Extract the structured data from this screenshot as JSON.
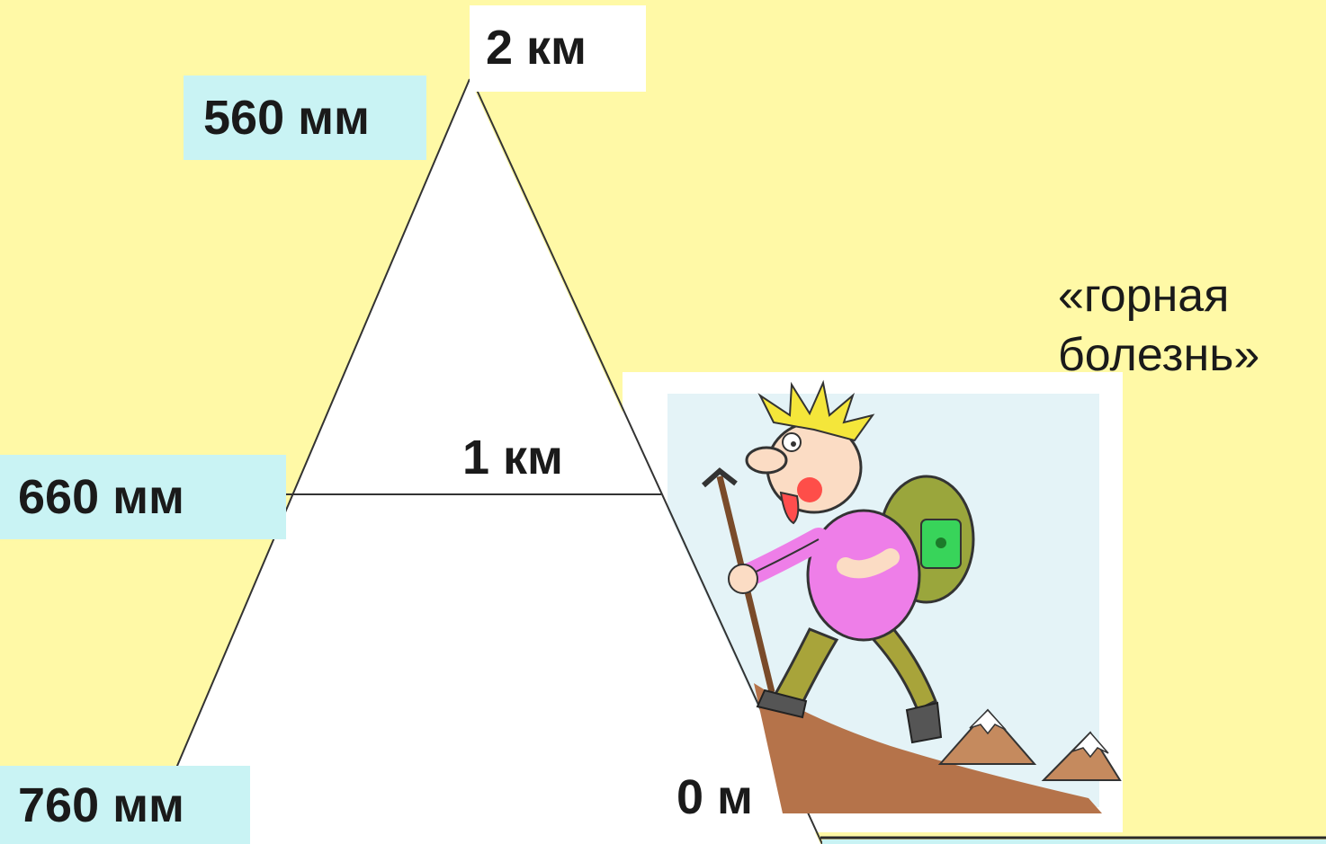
{
  "title": "",
  "altitudes": {
    "top": "2 км",
    "middle": "1 км",
    "base": "0 м"
  },
  "pressures": {
    "top": "560 мм",
    "middle": "660 мм",
    "base": "760 мм"
  },
  "caption": {
    "line1": "«горная",
    "line2": "болезнь»"
  },
  "illustration": {
    "subject": "tired mountain climber with backpack and ice axe",
    "icon": "hiker-illustration"
  },
  "colors": {
    "background": "#fff9a6",
    "pressure_box": "#c9f3f4",
    "mountain": "#ffffff",
    "outline": "#333333"
  }
}
